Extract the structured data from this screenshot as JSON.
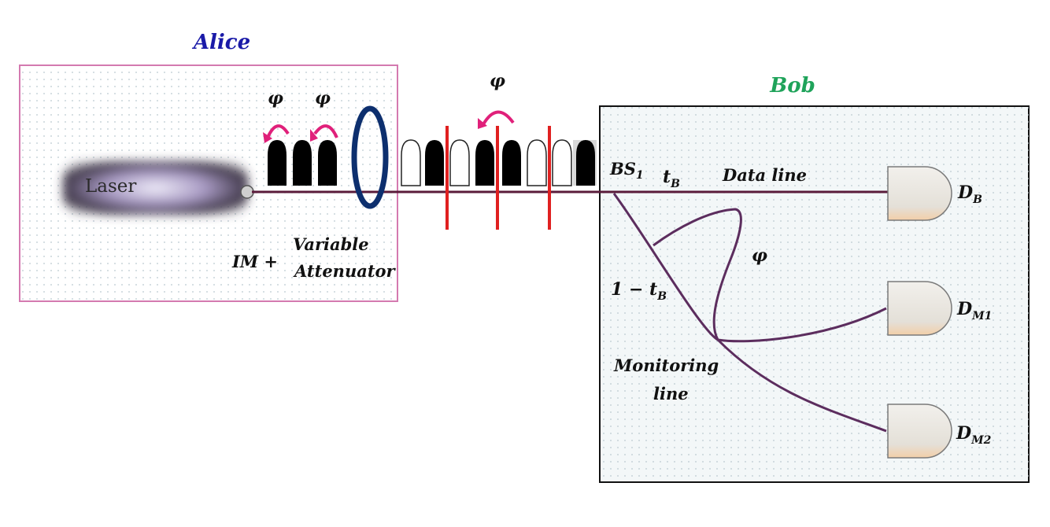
{
  "alice": {
    "title": "Alice",
    "title_color": "#1a1aa8"
  },
  "bob": {
    "title": "Bob",
    "title_color": "#1fa35a"
  },
  "laser": {
    "label": "Laser"
  },
  "modulator": {
    "label_line1": "IM +",
    "label_line2": "Variable",
    "label_line3": "Attenuator"
  },
  "phase": {
    "symbol": "φ"
  },
  "beamsplitter": {
    "label": "BS",
    "subscript": "1"
  },
  "data_line": {
    "t_label": "t",
    "t_sub": "B",
    "label": "Data line"
  },
  "monitor_line": {
    "coef_prefix": "1 − t",
    "coef_sub": "B",
    "label_line1": "Monitoring",
    "label_line2": "line"
  },
  "detectors": [
    {
      "letter": "D",
      "sub": "B"
    },
    {
      "letter": "D",
      "sub": "M1"
    },
    {
      "letter": "D",
      "sub": "M2"
    }
  ],
  "colors": {
    "alice_border": "#d47ab0",
    "fiber": "#5a1b3a",
    "attenuator": "#0d2f6e",
    "phase_arrow": "#e0207a",
    "pulse_marker": "#e02020",
    "monitor_fiber": "#5c2d5e"
  }
}
